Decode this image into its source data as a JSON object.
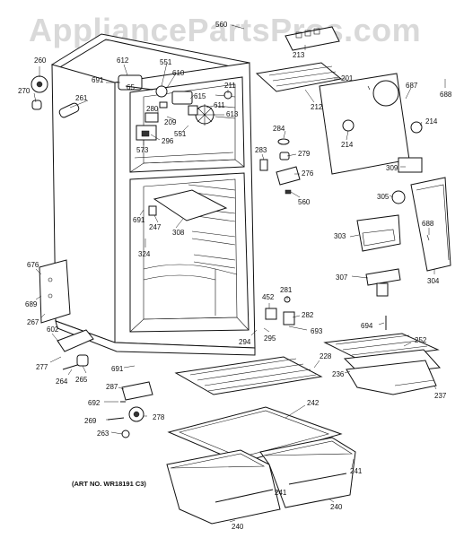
{
  "watermark": "AppliancePartsPros.com",
  "art_number": "(ART NO. WR18191 C3)",
  "part_labels": {
    "p560_top": "560",
    "p261": "261",
    "p260": "260",
    "p270": "270",
    "p612": "612",
    "p551_a": "551",
    "p691_a": "691",
    "p65": "65",
    "p610": "610",
    "p615": "615",
    "p211": "211",
    "p280": "280",
    "p611": "611",
    "p209": "209",
    "p613": "613",
    "p551_b": "551",
    "p573": "573",
    "p296": "296",
    "p213": "213",
    "p201": "201",
    "p687": "687",
    "p688_a": "688",
    "p212": "212",
    "p214_a": "214",
    "p214_b": "214",
    "p284": "284",
    "p279": "279",
    "p283": "283",
    "p276": "276",
    "p560_b": "560",
    "p309": "309",
    "p305": "305",
    "p688_b": "688",
    "p691_b": "691",
    "p247": "247",
    "p308": "308",
    "p324": "324",
    "p303": "303",
    "p307": "307",
    "p304": "304",
    "p676": "676",
    "p689": "689",
    "p267": "267",
    "p602": "602",
    "p452": "452",
    "p281": "281",
    "p282": "282",
    "p693": "693",
    "p294": "294",
    "p295": "295",
    "p694": "694",
    "p277": "277",
    "p264": "264",
    "p265": "265",
    "p691_c": "691",
    "p228": "228",
    "p252": "252",
    "p236": "236",
    "p237": "237",
    "p287": "287",
    "p692": "692",
    "p269": "269",
    "p278": "278",
    "p263": "263",
    "p242": "242",
    "p241_a": "241",
    "p241_b": "241",
    "p240_a": "240",
    "p240_b": "240"
  }
}
